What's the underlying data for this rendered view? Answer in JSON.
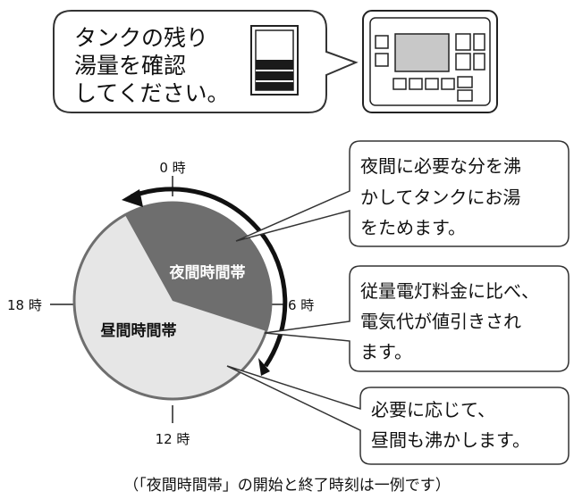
{
  "top_callout": {
    "lines": [
      "タンクの残り",
      "湯量を確認",
      "してください。"
    ]
  },
  "clock": {
    "labels": {
      "top": "0 時",
      "right": "6 時",
      "bottom": "12 時",
      "left": "18 時"
    },
    "night_band": "夜間時間帯",
    "day_band": "昼間時間帯"
  },
  "callouts": {
    "night_heat": [
      "夜間に必要な分を沸",
      "かしてタンクにお湯",
      "をためます。"
    ],
    "discount": [
      "従量電灯料金に比べ、",
      "電気代が値引きされ",
      "ます。"
    ],
    "day_heat": [
      "必要に応じて、",
      "昼間も沸かします。"
    ]
  },
  "footnote": "（「夜間時間帯」の開始と終了時刻は一例です）",
  "colors": {
    "night": "#6e6e6e",
    "day": "#e6e6e6",
    "outline": "#222222"
  },
  "icons": [
    "tank-level-icon",
    "remote-controller-icon",
    "arrow-curved-icon"
  ]
}
